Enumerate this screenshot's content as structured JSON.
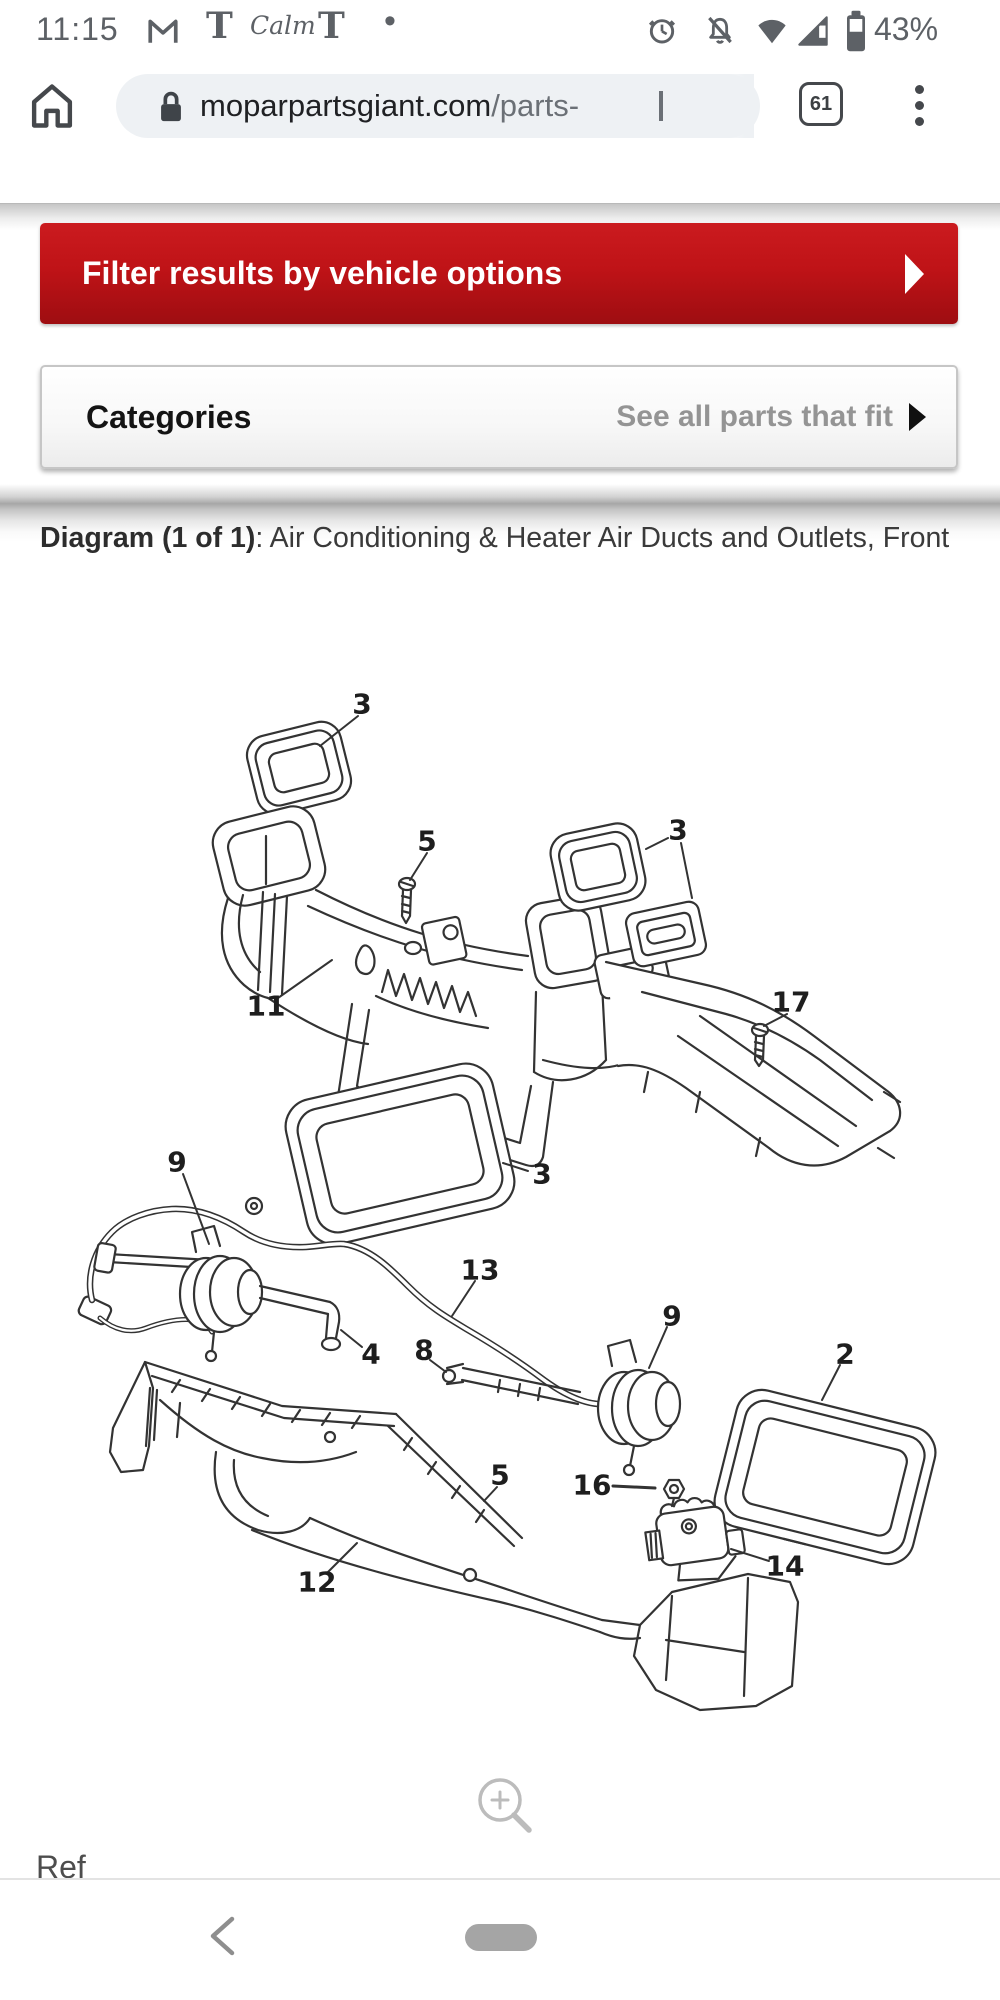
{
  "status_bar": {
    "time": "11:15",
    "battery_percent": "43%"
  },
  "icons": {
    "nyt_glyph": "T",
    "calm_glyph": "Calm",
    "dot_glyph": "•"
  },
  "browser": {
    "url_host": "moparpartsgiant.com",
    "url_path": "/parts-",
    "tab_count": "61"
  },
  "filter_banner": {
    "label": "Filter results by vehicle options"
  },
  "categories": {
    "title": "Categories",
    "action": "See all parts that fit"
  },
  "diagram_header": {
    "label_bold": "Diagram (1 of 1)",
    "label_rest": ": Air Conditioning & Heater Air Ducts and Outlets, Front"
  },
  "diagram": {
    "part_numbers_visible": [
      "2",
      "3",
      "4",
      "5",
      "8",
      "9",
      "11",
      "12",
      "13",
      "14",
      "16",
      "17"
    ],
    "labels": [
      {
        "text": "3"
      },
      {
        "text": "5"
      },
      {
        "text": "3"
      },
      {
        "text": "11"
      },
      {
        "text": "17"
      },
      {
        "text": "3"
      },
      {
        "text": "9"
      },
      {
        "text": "13"
      },
      {
        "text": "4"
      },
      {
        "text": "8"
      },
      {
        "text": "9"
      },
      {
        "text": "2"
      },
      {
        "text": "5"
      },
      {
        "text": "16"
      },
      {
        "text": "14"
      },
      {
        "text": "12"
      }
    ]
  },
  "footer": {
    "ref": "Ref"
  },
  "colors": {
    "banner_red_top": "#cb1b1f",
    "banner_red_bottom": "#9e0d11",
    "chrome_icon_gray": "#5d6166",
    "url_pill_bg": "#eef1f4"
  }
}
